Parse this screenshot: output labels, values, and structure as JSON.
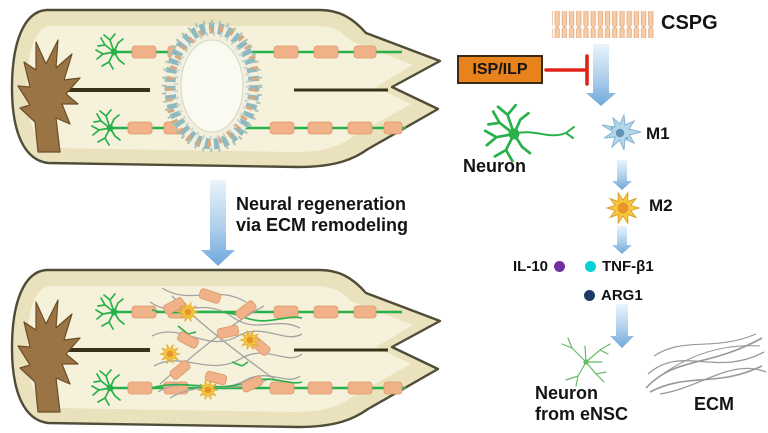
{
  "caption": {
    "line1": "Neural regeneration",
    "line2": "via ECM remodeling"
  },
  "pathway": {
    "cspg_label": "CSPG",
    "inhibitor_label": "ISP/ILP",
    "neuron_label": "Neuron",
    "m1_label": "M1",
    "m2_label": "M2",
    "il10_label": "IL-10",
    "tnf_label": "TNF-β1",
    "arg1_label": "ARG1",
    "outcome_neuron_line1": "Neuron",
    "outcome_neuron_line2": "from eNSC",
    "ecm_label": "ECM"
  },
  "colors": {
    "inhibitor_box": "#e8821c",
    "inhibition_red": "#e02318",
    "axon_green": "#28b04a",
    "myelin_orange": "#f1b289",
    "arrow_blue": "#7fb2e2",
    "il10_dot": "#7030a0",
    "tnf_dot": "#07d2d6",
    "arg1_dot": "#1e3a66",
    "m2_yellow": "#f4c93c",
    "ecm_gray": "#999999"
  }
}
